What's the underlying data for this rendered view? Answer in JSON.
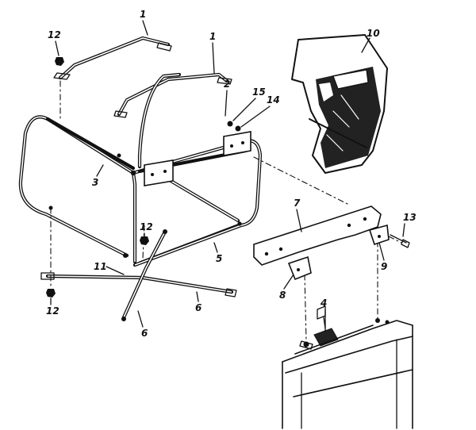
{
  "callouts": {
    "l1a": "1",
    "l1b": "1",
    "l2": "2",
    "l3": "3",
    "l4": "4",
    "l5": "5",
    "l6a": "6",
    "l6b": "6",
    "l7": "7",
    "l8": "8",
    "l9": "9",
    "l10": "10",
    "l11": "11",
    "l12a": "12",
    "l12b": "12",
    "l12c": "12",
    "l13": "13",
    "l14": "14",
    "l15": "15"
  }
}
